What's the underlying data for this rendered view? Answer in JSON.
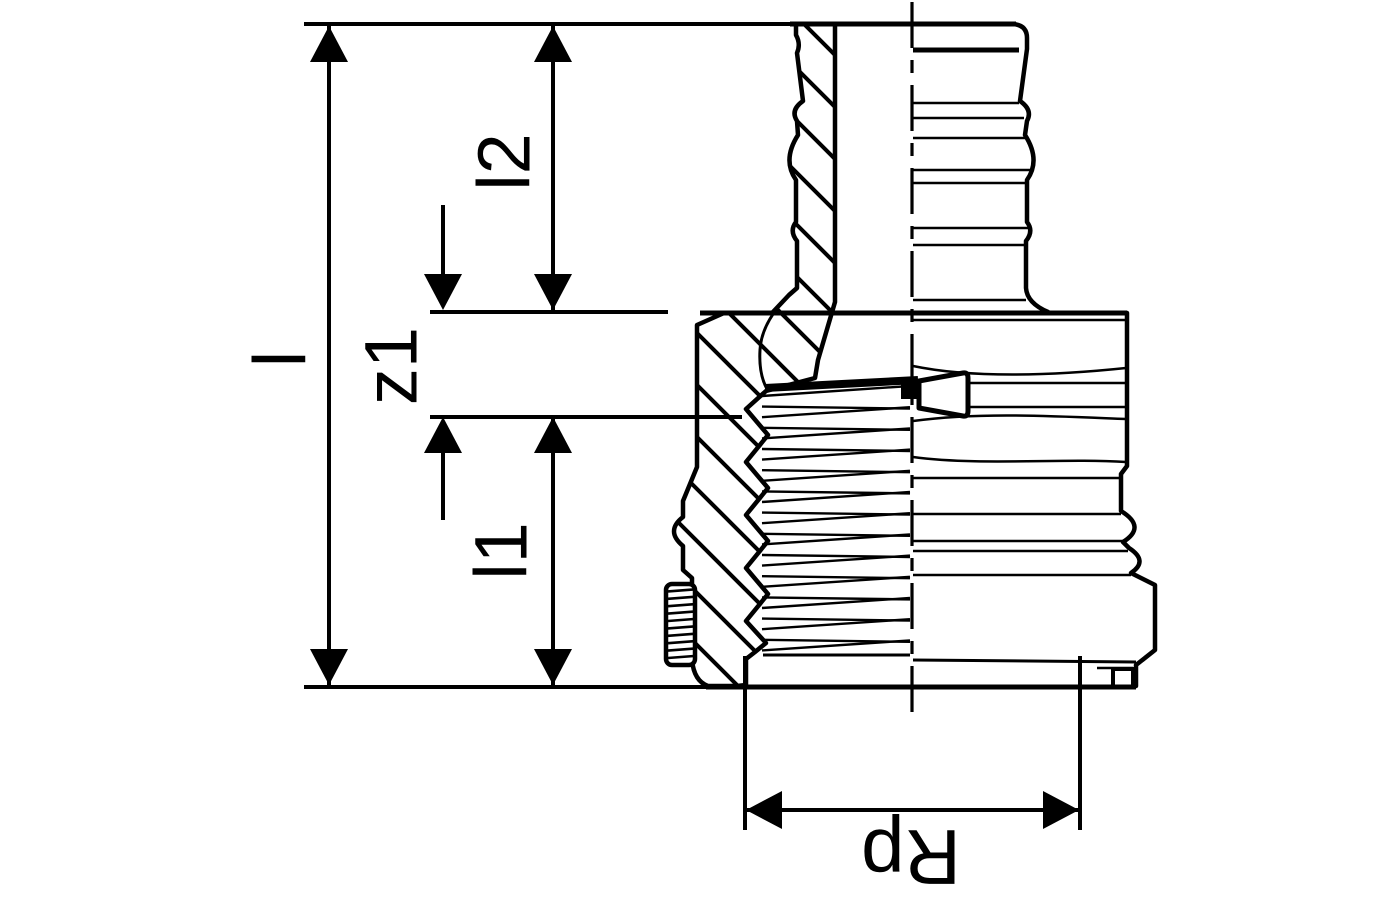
{
  "drawing": {
    "background": "#ffffff",
    "ink": "#000000",
    "type": "technical-dimension-drawing",
    "subject": "pipe adapter fitting, half section: barbed spigot top, female thread Rp bottom",
    "dimensions": {
      "overall_length": {
        "label": "l"
      },
      "spigot_length": {
        "label": "l2"
      },
      "offset": {
        "label": "z1"
      },
      "thread_length": {
        "label": "l1"
      },
      "thread_size": {
        "label": "Rp"
      }
    }
  }
}
